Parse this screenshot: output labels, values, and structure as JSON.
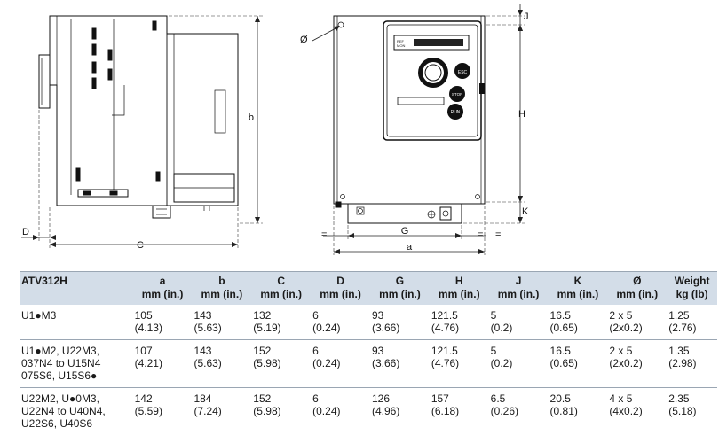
{
  "drawing": {
    "labels": {
      "b": "b",
      "C": "C",
      "D": "D",
      "diameter": "Ø",
      "J": "J",
      "H": "H",
      "K": "K",
      "G": "G",
      "a": "a",
      "eq1": "=",
      "eq2": "=",
      "eq3": "="
    }
  },
  "table": {
    "headers": [
      {
        "key": "model",
        "label": "ATV312H",
        "unit": ""
      },
      {
        "key": "a",
        "label": "a",
        "unit": "mm (in.)"
      },
      {
        "key": "b",
        "label": "b",
        "unit": "mm (in.)"
      },
      {
        "key": "c",
        "label": "C",
        "unit": "mm (in.)"
      },
      {
        "key": "d",
        "label": "D",
        "unit": "mm (in.)"
      },
      {
        "key": "g",
        "label": "G",
        "unit": "mm (in.)"
      },
      {
        "key": "h",
        "label": "H",
        "unit": "mm (in.)"
      },
      {
        "key": "j",
        "label": "J",
        "unit": "mm (in.)"
      },
      {
        "key": "k",
        "label": "K",
        "unit": "mm (in.)"
      },
      {
        "key": "dia",
        "label": "Ø",
        "unit": "mm (in.)"
      },
      {
        "key": "w",
        "label": "Weight",
        "unit": "kg (lb)"
      }
    ],
    "rows": [
      {
        "model": "U1●M3",
        "values": [
          [
            "105",
            "(4.13)"
          ],
          [
            "143",
            "(5.63)"
          ],
          [
            "132",
            "(5.19)"
          ],
          [
            "6",
            "(0.24)"
          ],
          [
            "93",
            "(3.66)"
          ],
          [
            "121.5",
            "(4.76)"
          ],
          [
            "5",
            "(0.2)"
          ],
          [
            "16.5",
            "(0.65)"
          ],
          [
            "2 x 5",
            "(2x0.2)"
          ],
          [
            "1.25",
            "(2.76)"
          ]
        ]
      },
      {
        "model": "U1●M2, U22M3,\n037N4 to U15N4\n075S6, U15S6●",
        "values": [
          [
            "107",
            "(4.21)"
          ],
          [
            "143",
            "(5.63)"
          ],
          [
            "152",
            "(5.98)"
          ],
          [
            "6",
            "(0.24)"
          ],
          [
            "93",
            "(3.66)"
          ],
          [
            "121.5",
            "(4.76)"
          ],
          [
            "5",
            "(0.2)"
          ],
          [
            "16.5",
            "(0.65)"
          ],
          [
            "2 x 5",
            "(2x0.2)"
          ],
          [
            "1.35",
            "(2.98)"
          ]
        ]
      },
      {
        "model": "U22M2, U●0M3,\nU22N4 to U40N4,\nU22S6, U40S6",
        "values": [
          [
            "142",
            "(5.59)"
          ],
          [
            "184",
            "(7.24)"
          ],
          [
            "152",
            "(5.98)"
          ],
          [
            "6",
            "(0.24)"
          ],
          [
            "126",
            "(4.96)"
          ],
          [
            "157",
            "(6.18)"
          ],
          [
            "6.5",
            "(0.26)"
          ],
          [
            "20.5",
            "(0.81)"
          ],
          [
            "4 x 5",
            "(4x0.2)"
          ],
          [
            "2.35",
            "(5.18)"
          ]
        ]
      }
    ]
  }
}
